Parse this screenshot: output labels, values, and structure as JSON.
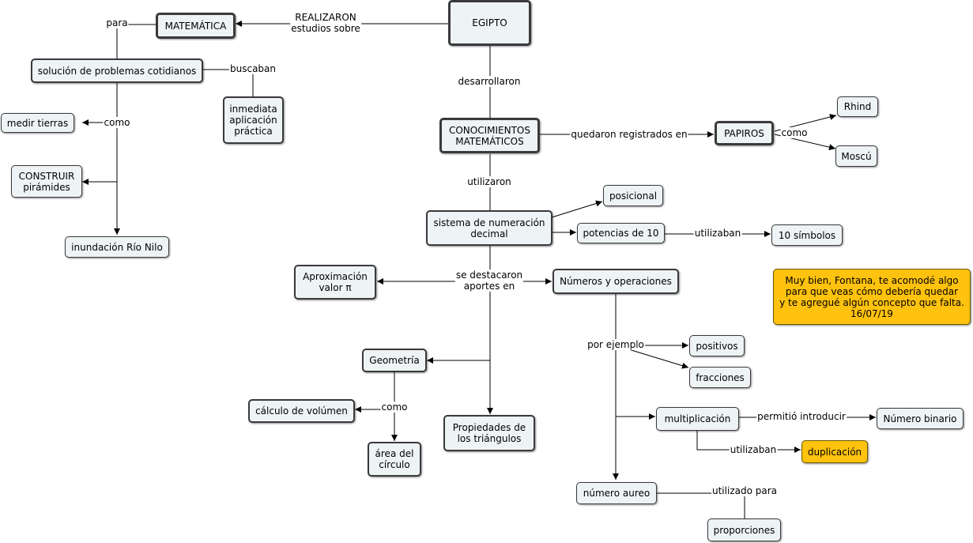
{
  "nodes": {
    "egipto": "EGIPTO",
    "matematica": "MATEMÁTICA",
    "solucion": "solución de problemas cotidianos",
    "inmediata": "inmediata\naplicación\npráctica",
    "medir": "medir tierras",
    "construir": "CONSTRUIR\npirámides",
    "inundacion": "inundación Río Nilo",
    "conocimientos": "CONOCIMIENTOS\nMATEMÁTICOS",
    "papiros": "PAPIROS",
    "rhind": "Rhind",
    "moscu": "Moscú",
    "sistema": "sistema de numeración\ndecimal",
    "posicional": "posicional",
    "potencias": "potencias de 10",
    "simbolos": "10 símbolos",
    "aproximacion": "Aproximación\nvalor π",
    "numeros": "Números y operaciones",
    "note": "Muy bien, Fontana, te acomodé algo\npara que veas cómo debería quedar\ny te agregué algún concepto que falta.\n16/07/19",
    "positivos": "positivos",
    "fracciones": "fracciones",
    "geometria": "Geometría",
    "volumen": "cálculo de volúmen",
    "area": "área del\ncírculo",
    "triangulos": "Propiedades de\nlos triángulos",
    "multiplicacion": "multiplicación",
    "binario": "Número binario",
    "duplicacion": "duplicación",
    "aureo": "número aureo",
    "proporciones": "proporciones"
  },
  "links": {
    "realizaron": "REALIZARON\nestudios sobre",
    "para": "para",
    "buscaban": "buscaban",
    "como1": "como",
    "desarrollaron": "desarrollaron",
    "quedaron": "quedaron registrados en",
    "como2": "como",
    "utilizaron": "utilizaron",
    "utilizaban1": "utilizaban",
    "destacaron": "se destacaron\naportes en",
    "porejemplo": "por ejemplo",
    "como3": "como",
    "permitio": "permitió introducir",
    "utilizaban2": "utilizaban",
    "utilizado": "utilizado para"
  },
  "colors": {
    "node_fill": "#eef3f6",
    "highlight": "#ffc20e",
    "line": "#000000"
  }
}
